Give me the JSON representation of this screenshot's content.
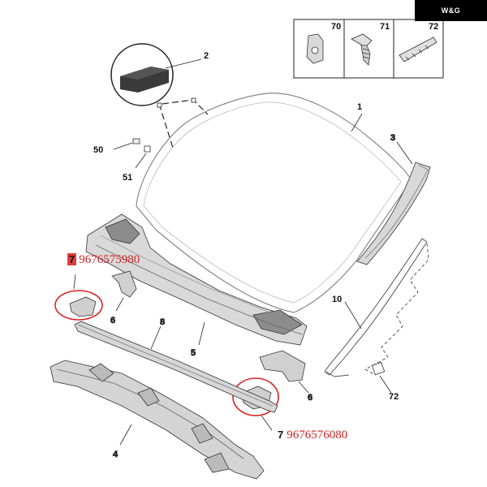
{
  "watermark": {
    "text": "W&G"
  },
  "labels": {
    "l1": "1",
    "l2": "2",
    "l3": "3",
    "l4": "4",
    "l5": "5",
    "l6a": "6",
    "l6b": "6",
    "l7a": "7",
    "l7b": "7",
    "l8": "8",
    "l10": "10",
    "l50": "50",
    "l51": "51",
    "l70": "70",
    "l71": "71",
    "l72a": "72",
    "l72b": "72"
  },
  "part_numbers": {
    "left": {
      "ref": "7",
      "number": "9676575980"
    },
    "right": {
      "ref": "7",
      "number": "9676576080"
    }
  },
  "colors": {
    "highlight": "#e03c3c",
    "part_number": "#cc2222",
    "line": "#222222"
  }
}
